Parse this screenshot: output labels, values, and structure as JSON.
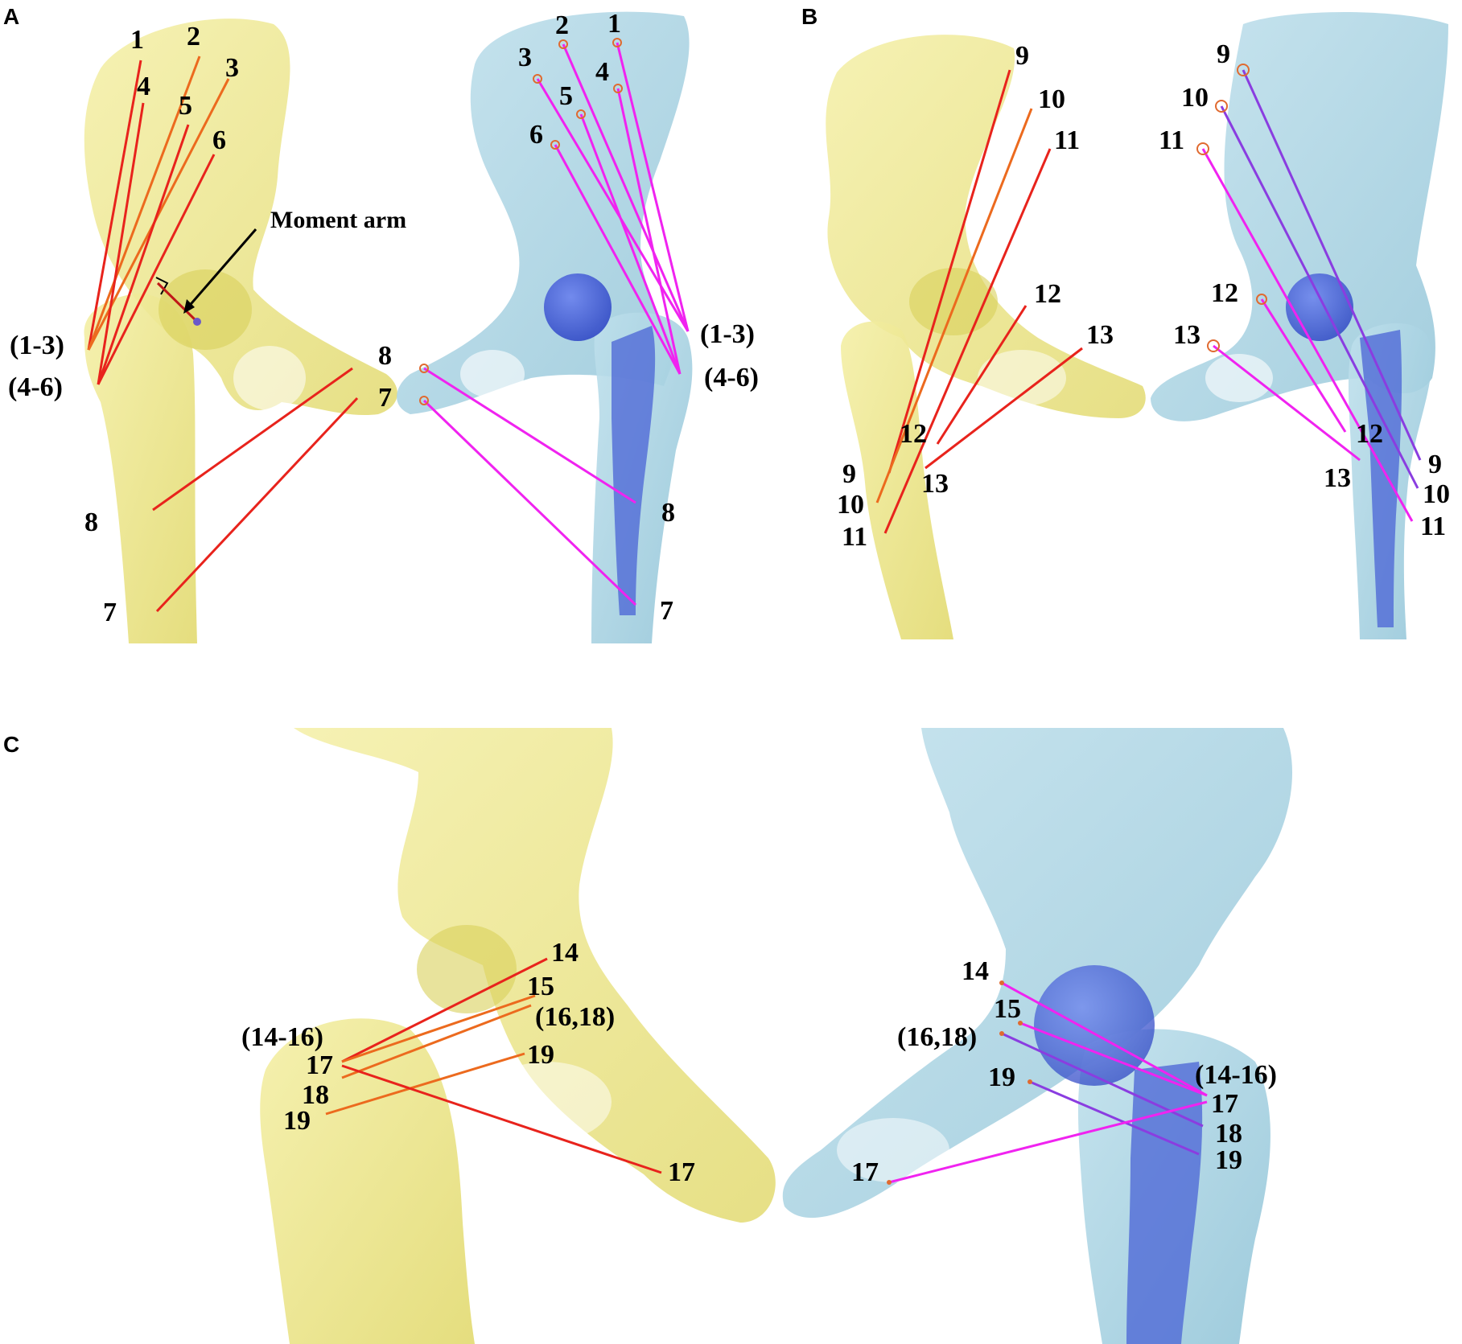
{
  "panels": {
    "a": {
      "letter": "A",
      "moment_arm": "Moment arm",
      "yellow": [
        "1",
        "2",
        "3",
        "4",
        "5",
        "6",
        "(1-3)",
        "(4-6)",
        "8",
        "7",
        "8",
        "7"
      ],
      "blue": [
        "2",
        "1",
        "3",
        "4",
        "5",
        "6",
        "(1-3)",
        "(4-6)",
        "8",
        "7"
      ]
    },
    "b": {
      "letter": "B",
      "yellow": [
        "9",
        "10",
        "11",
        "12",
        "13",
        "9",
        "10",
        "11",
        "12",
        "13"
      ],
      "blue": [
        "9",
        "10",
        "11",
        "12",
        "13",
        "12",
        "13",
        "9",
        "10",
        "11"
      ]
    },
    "c": {
      "letter": "C",
      "yellow": [
        "14",
        "15",
        "(16,18)",
        "19",
        "(14-16)",
        "17",
        "18",
        "19",
        "17"
      ],
      "blue": [
        "14",
        "15",
        "(16,18)",
        "19",
        "(14-16)",
        "17",
        "18",
        "19",
        "17"
      ]
    }
  },
  "colors": {
    "bone_yellow": "#ede68a",
    "bone_blue": "#a9d3e2",
    "implant": "#4a63d6",
    "line_red": "#e8231c",
    "line_orange": "#ec6a1e",
    "line_magenta": "#f023f0",
    "line_purple": "#8a3de0"
  }
}
